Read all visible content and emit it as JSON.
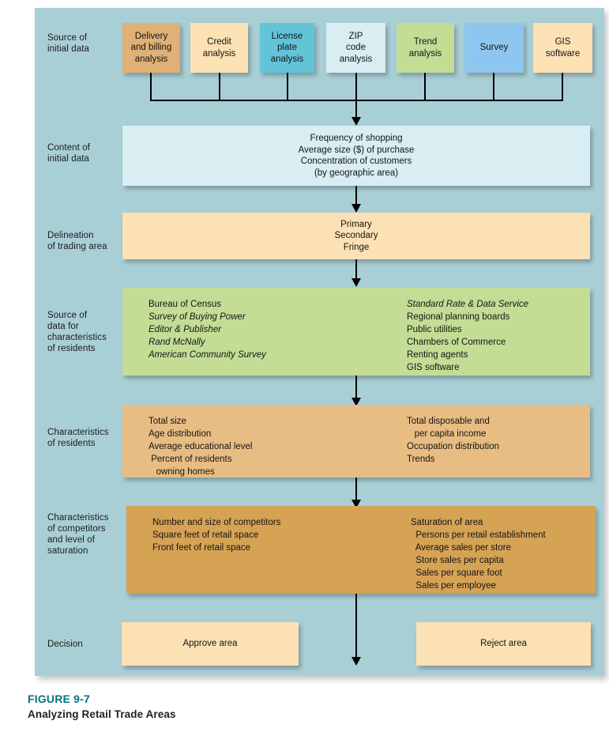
{
  "figure": {
    "number": "FIGURE 9-7",
    "title": "Analyzing Retail Trade Areas"
  },
  "colors": {
    "panel_bg": "#a9cfd6",
    "tan_dark": "#e0b077",
    "tan_light": "#fce1b4",
    "teal_box": "#63c4d8",
    "pale_blue": "#d8eef2",
    "green": "#c3dd95",
    "blue": "#8dc7ef",
    "sand": "#e8bd83",
    "sand_dark": "#d6a254",
    "caption_accent": "#00737f"
  },
  "rows": [
    {
      "label": "Source of\ninitial data"
    },
    {
      "label": "Content of\ninitial data"
    },
    {
      "label": "Delineation\nof trading area"
    },
    {
      "label": "Source of\ndata for\ncharacteristics\nof residents"
    },
    {
      "label": "Characteristics\nof residents"
    },
    {
      "label": "Characteristics\nof competitors\nand level of\nsaturation"
    },
    {
      "label": "Decision"
    }
  ],
  "sources": [
    {
      "label": "Delivery\nand billing\nanalysis",
      "color": "#e0b077"
    },
    {
      "label": "Credit\nanalysis",
      "color": "#fce1b4"
    },
    {
      "label": "License\nplate\nanalysis",
      "color": "#63c4d8"
    },
    {
      "label": "ZIP\ncode\nanalysis",
      "color": "#d8eef2"
    },
    {
      "label": "Trend\nanalysis",
      "color": "#c3dd95"
    },
    {
      "label": "Survey",
      "color": "#8dc7ef"
    },
    {
      "label": "GIS\nsoftware",
      "color": "#fce1b4"
    }
  ],
  "content_initial_data": {
    "color": "#d8eef2",
    "lines": [
      "Frequency of shopping",
      "Average size ($) of purchase",
      "Concentration of customers",
      "(by geographic area)"
    ]
  },
  "delineation": {
    "color": "#fce1b4",
    "lines": [
      "Primary",
      "Secondary",
      "Fringe"
    ]
  },
  "source_of_data": {
    "color": "#c3dd95",
    "left": [
      {
        "text": "Bureau of Census",
        "italic": false
      },
      {
        "text": "Survey of Buying Power",
        "italic": true
      },
      {
        "text": "Editor & Publisher",
        "italic": true
      },
      {
        "text": "Rand McNally",
        "italic": true
      },
      {
        "text": "American Community Survey",
        "italic": true
      }
    ],
    "right": [
      {
        "text": "Standard Rate & Data Service",
        "italic": true
      },
      {
        "text": "Regional planning boards",
        "italic": false
      },
      {
        "text": "Public utilities",
        "italic": false
      },
      {
        "text": "Chambers of Commerce",
        "italic": false
      },
      {
        "text": "Renting agents",
        "italic": false
      },
      {
        "text": "GIS software",
        "italic": false
      }
    ]
  },
  "characteristics_residents": {
    "color": "#e8bd83",
    "left": [
      {
        "text": "Total size",
        "italic": false
      },
      {
        "text": "Age distribution",
        "italic": false
      },
      {
        "text": "Average educational level",
        "italic": false
      },
      {
        "text": " Percent of residents",
        "italic": false
      },
      {
        "text": "   owning homes",
        "italic": false
      }
    ],
    "right": [
      {
        "text": "Total disposable and",
        "italic": false
      },
      {
        "text": "   per capita income",
        "italic": false
      },
      {
        "text": "Occupation distribution",
        "italic": false
      },
      {
        "text": "Trends",
        "italic": false
      }
    ]
  },
  "characteristics_competitors": {
    "color": "#d6a254",
    "left": [
      {
        "text": "Number and size of competitors",
        "italic": false
      },
      {
        "text": "Square feet of retail space",
        "italic": false
      },
      {
        "text": "Front feet of retail space",
        "italic": false
      }
    ],
    "right": [
      {
        "text": "Saturation of area",
        "italic": false
      },
      {
        "text": "  Persons per retail establishment",
        "italic": false
      },
      {
        "text": "  Average sales per store",
        "italic": false
      },
      {
        "text": "  Store sales per capita",
        "italic": false
      },
      {
        "text": "  Sales per square foot",
        "italic": false
      },
      {
        "text": "  Sales per employee",
        "italic": false
      }
    ]
  },
  "decision": {
    "approve": {
      "label": "Approve area",
      "color": "#fce1b4"
    },
    "reject": {
      "label": "Reject area",
      "color": "#fce1b4"
    }
  }
}
